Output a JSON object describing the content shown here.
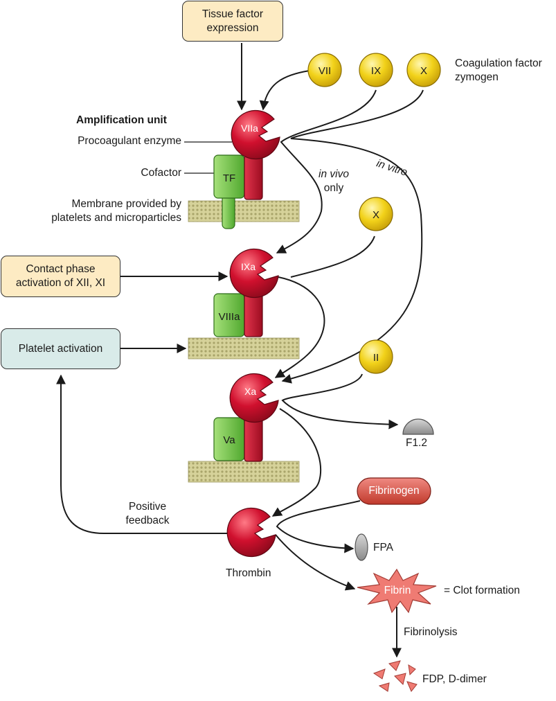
{
  "boxes": {
    "tissue_factor": "Tissue factor expression",
    "contact_phase_line1": "Contact phase",
    "contact_phase_line2": "activation of XII, XI",
    "platelet_activation": "Platelet activation"
  },
  "zymogens": {
    "vii": "VII",
    "ix": "IX",
    "x_top": "X",
    "x_mid": "X",
    "ii": "II",
    "legend_line1": "Coagulation factor",
    "legend_line2": "zymogen"
  },
  "enzymes": {
    "viia": "VIIa",
    "ixa": "IXa",
    "xa": "Xa",
    "thrombin": "Thrombin"
  },
  "cofactors": {
    "tf": "TF",
    "viiia": "VIIIa",
    "va": "Va"
  },
  "annotations": {
    "amplification_unit": "Amplification unit",
    "procoagulant_enzyme": "Procoagulant enzyme",
    "cofactor": "Cofactor",
    "membrane_line1": "Membrane provided by",
    "membrane_line2": "platelets and microparticles",
    "in_vivo": "in vivo",
    "only": "only",
    "in_vitro": "in vitro",
    "positive_line1": "Positive",
    "positive_line2": "feedback"
  },
  "products": {
    "f12": "F1.2",
    "fibrinogen": "Fibrinogen",
    "fpa": "FPA",
    "fibrin": "Fibrin",
    "clot": "= Clot formation",
    "fibrinolysis": "Fibrinolysis",
    "fdp": "FDP, D-dimer"
  },
  "colors": {
    "zymogen": "#f2d21a",
    "enzyme": "#c8102e",
    "cofactor": "#6cc04a",
    "membrane": "#c9c48a",
    "box_tan": "#fdebc3",
    "box_teal": "#d9ebe9",
    "fibrinogen": "#d9534f",
    "fibrin": "#ef7b73",
    "grey_product": "#9a9a9a"
  }
}
